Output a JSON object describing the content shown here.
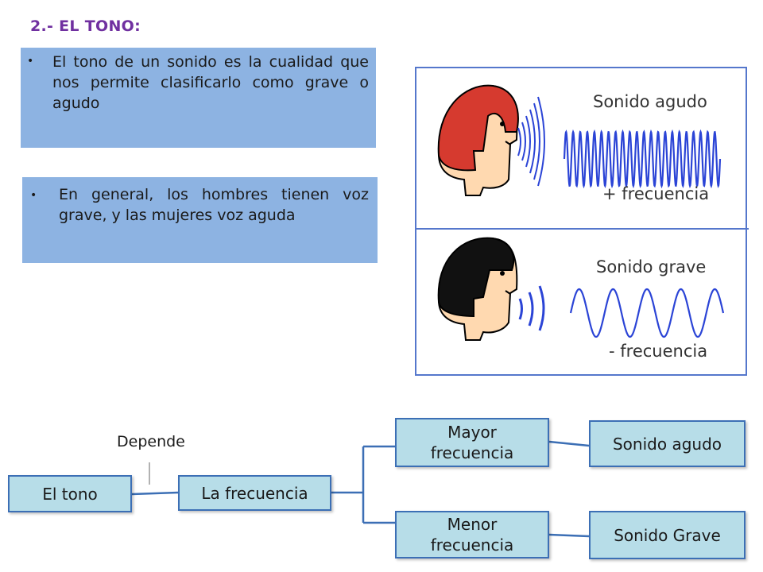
{
  "title": "2.- EL TONO:",
  "bullets": [
    {
      "text": "El tono de un sonido es la cualidad que nos permite clasificarlo como grave o agudo"
    },
    {
      "text": "En general, los hombres tienen voz grave, y las mujeres voz aguda"
    }
  ],
  "illustration": {
    "top_panel": {
      "label": "Sonido agudo",
      "caption": "+ frecuencia"
    },
    "bottom_panel": {
      "label": "Sonido grave",
      "caption": "- frecuencia"
    },
    "colors": {
      "female_hair": "#d63a2f",
      "male_hair": "#111111",
      "wave": "#2b44d6",
      "face": "#ffd9b0"
    }
  },
  "diagram": {
    "edge_label": "Depende",
    "nodes": {
      "root": "El tono",
      "middle": "La frecuencia",
      "high": "Mayor frecuencia",
      "low": "Menor frecuencia",
      "result_high": "Sonido agudo",
      "result_low": "Sonido Grave"
    },
    "colors": {
      "node_fill": "#b7dde8",
      "node_border": "#3c6fb5",
      "connector": "#3c6fb5"
    }
  }
}
